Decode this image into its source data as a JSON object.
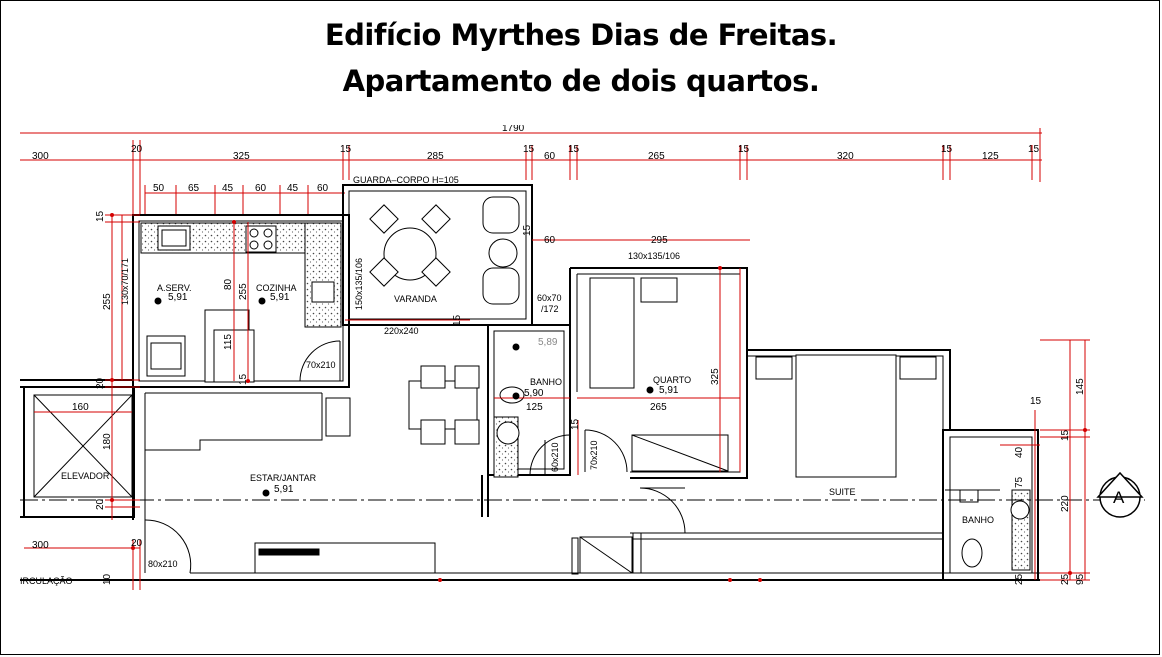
{
  "title": {
    "line1": "Edifício Myrthes Dias de Freitas.",
    "line2": "Apartamento de dois quartos."
  },
  "plan": {
    "rooms": {
      "aserv": "A.SERV.",
      "cozinha": "COZINHA",
      "varanda": "VARANDA",
      "banho1": "BANHO",
      "quarto": "QUARTO",
      "estar": "ESTAR/JANTAR",
      "suite": "SUITE",
      "banho2": "BANHO",
      "elevador": "ELEVADOR",
      "circulacao": "IRCULAÇÃO"
    },
    "levels": {
      "aserv": "5,91",
      "cozinha": "5,91",
      "banho1": "5,90",
      "banho_top": "5,89",
      "quarto": "5,91",
      "estar": "5,91"
    },
    "labels": {
      "guarda_corpo": "GUARDA–CORPO H=105",
      "section_mark": "A",
      "window_1": "130x70/171",
      "window_2": "150x135/106",
      "window_3": "130x135/106",
      "window_4": "60x70",
      "window_4b": "/172",
      "opening_varanda": "220x240",
      "door_1": "70x210",
      "door_2": "60x210",
      "door_3": "70x210",
      "door_4": "80x210"
    },
    "dims_top": {
      "total": "1790",
      "d300": "300",
      "d20": "20",
      "d325": "325",
      "d15a": "15",
      "d285": "285",
      "d15b": "15",
      "d60": "60",
      "d15c": "15",
      "d265": "265",
      "d15d": "15",
      "d320": "320",
      "d15e": "15",
      "d125": "125",
      "d15f": "15"
    },
    "dims_kitchen": [
      "50",
      "65",
      "45",
      "60",
      "45",
      "60"
    ],
    "dims_misc": {
      "left15": "15",
      "left255": "255",
      "left20a": "20",
      "left180": "180",
      "left20b": "20",
      "left160": "160",
      "bot300": "300",
      "bot20": "20",
      "bot10": "10",
      "k80": "80",
      "k255": "255",
      "k115": "115",
      "k15": "15",
      "v15": "15",
      "v60": "60",
      "v295": "295",
      "v15b": "15",
      "b125": "125",
      "q265": "265",
      "q325": "325",
      "q15": "15",
      "r145": "145",
      "r15a": "15",
      "r15b": "15",
      "r220": "220",
      "r40": "40",
      "r75": "75",
      "r25a": "25",
      "r25b": "25",
      "r95": "95",
      "r15c": "15"
    }
  }
}
